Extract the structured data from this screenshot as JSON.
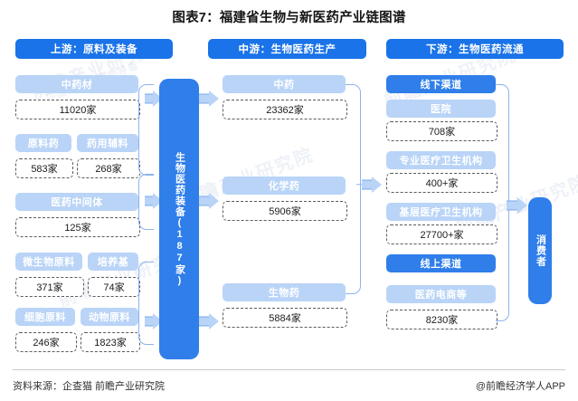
{
  "title": "图表7：福建省生物与新医药产业链图谱",
  "headers": {
    "upstream": "上游：原料及装备",
    "midstream": "中游：生物医药生产",
    "downstream": "下游：生物医药流通"
  },
  "upstream": {
    "herbs": {
      "label": "中药材",
      "value": "11020家"
    },
    "api": {
      "label": "原料药",
      "value": "583家"
    },
    "excipients": {
      "label": "药用辅料",
      "value": "268家"
    },
    "intermediates": {
      "label": "医药中间体",
      "value": "125家"
    },
    "microbial": {
      "label": "微生物原料",
      "value": "371家"
    },
    "culture_medium": {
      "label": "培养基",
      "value": "74家"
    },
    "cell_material": {
      "label": "细胞原料",
      "value": "246家"
    },
    "animal_material": {
      "label": "动物原料",
      "value": "1823家"
    },
    "equipment": {
      "label": "生物医药装备(187家)"
    }
  },
  "midstream": {
    "tcm": {
      "label": "中药",
      "value": "23362家"
    },
    "chemical": {
      "label": "化学药",
      "value": "5906家"
    },
    "biologic": {
      "label": "生物药",
      "value": "5884家"
    }
  },
  "downstream": {
    "offline_channel": "线下渠道",
    "hospital": {
      "label": "医院",
      "value": "708家"
    },
    "professional": {
      "label": "专业医疗卫生机构",
      "value": "400+家"
    },
    "grassroots": {
      "label": "基层医疗卫生机构",
      "value": "27700+家"
    },
    "online_channel": "线上渠道",
    "ecommerce": {
      "label": "医药电商等",
      "value": "8230家"
    },
    "consumer": {
      "label": "消费者"
    }
  },
  "footer": {
    "source": "资料来源：企查猫 前瞻产业研究院",
    "brand": "@前瞻经济学人APP"
  },
  "colors": {
    "deep_blue": "#1a73e8",
    "mid_blue": "#2f7eea",
    "light_blue": "#b9d4f7",
    "bracket": "#8ab4ef"
  }
}
